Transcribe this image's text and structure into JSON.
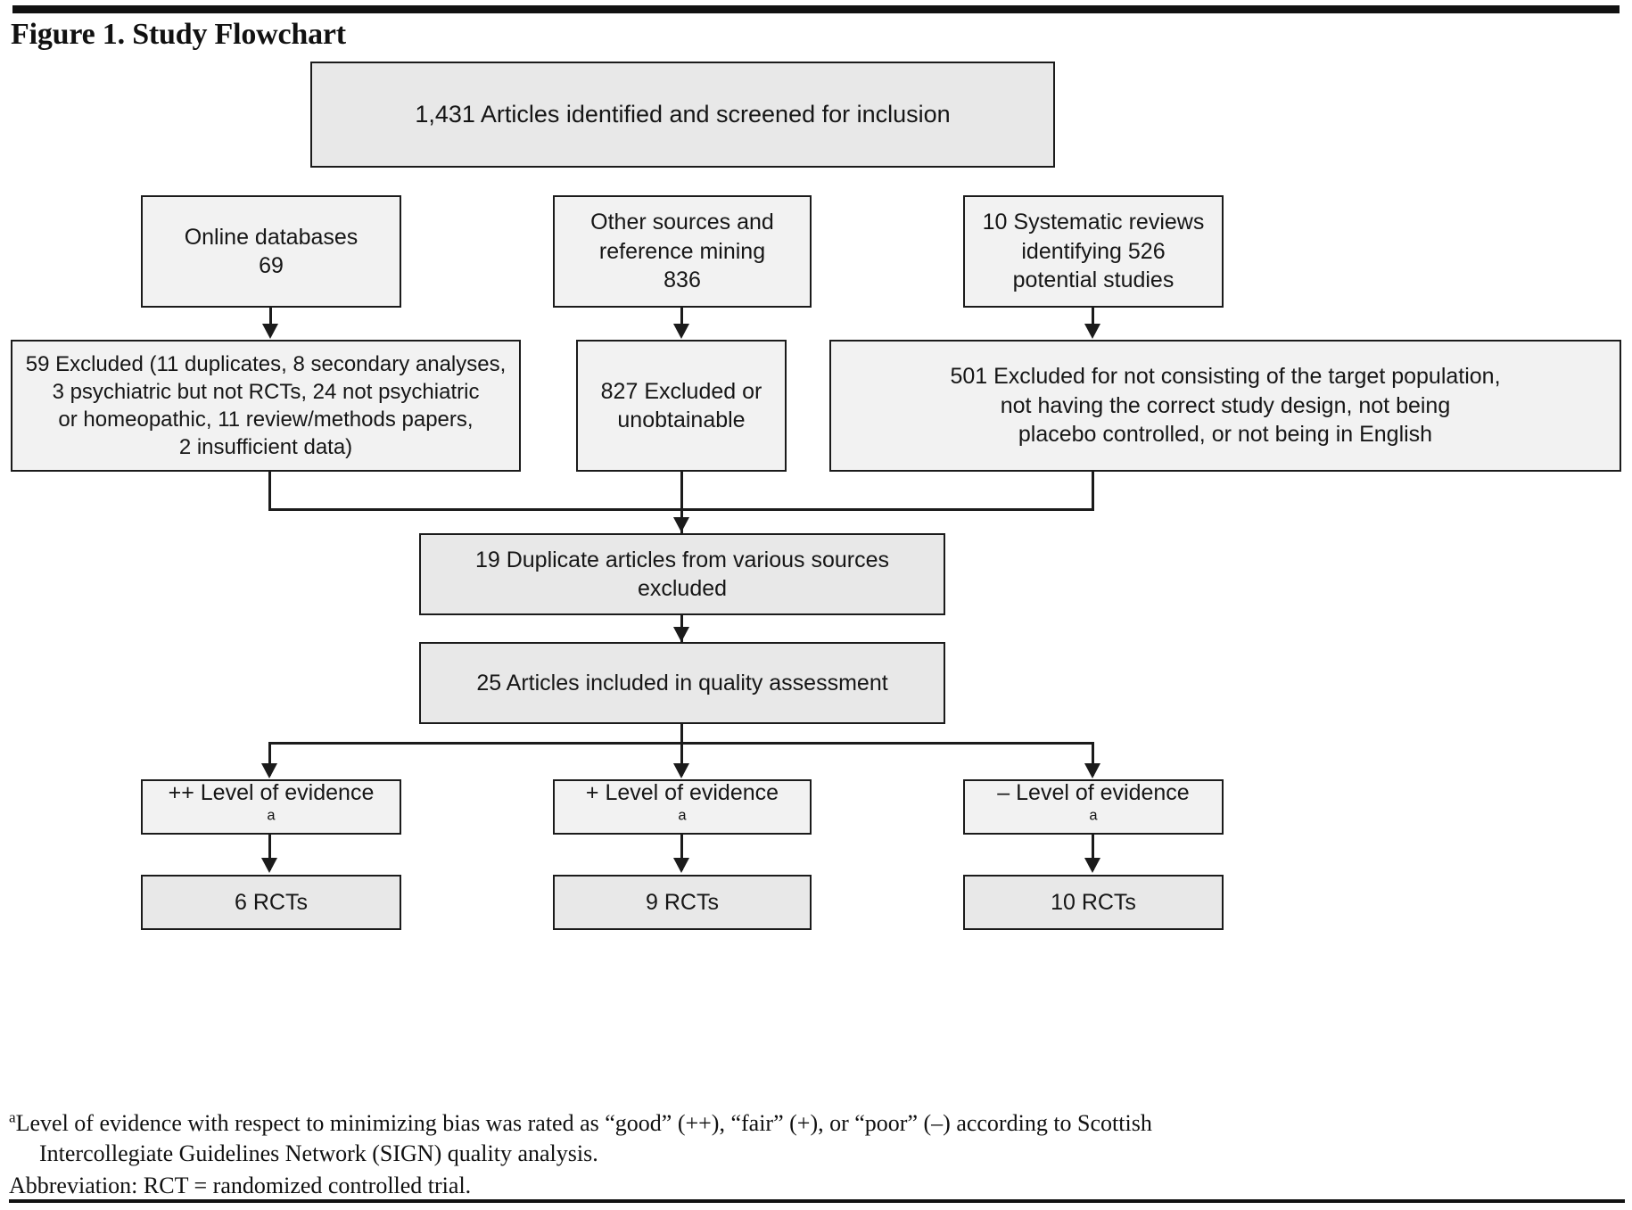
{
  "figure": {
    "title": "Figure 1. Study Flowchart"
  },
  "nodes": {
    "screened": "1,431 Articles identified and screened for inclusion",
    "source_online": "Online databases\n69",
    "source_online_line1": "Online databases",
    "source_online_line2": "69",
    "source_other_line1": "Other sources and",
    "source_other_line2": "reference mining",
    "source_other_line3": "836",
    "source_reviews_line1": "10 Systematic reviews",
    "source_reviews_line2": "identifying 526",
    "source_reviews_line3": "potential studies",
    "excl_online_line1": "59 Excluded (11 duplicates, 8 secondary analyses,",
    "excl_online_line2": "3 psychiatric but not RCTs, 24 not psychiatric",
    "excl_online_line3": "or homeopathic, 11 review/methods papers,",
    "excl_online_line4": "2 insufficient data)",
    "excl_other_line1": "827 Excluded or",
    "excl_other_line2": "unobtainable",
    "excl_reviews_line1": "501 Excluded for not consisting of the target population,",
    "excl_reviews_line2": "not having the  correct study design, not being",
    "excl_reviews_line3": "placebo controlled, or not being in English",
    "duplicates_excluded": "19 Duplicate articles from various sources excluded",
    "quality_assessment": "25 Articles included in quality assessment",
    "evidence_good_prefix": "++ Level of evidence",
    "evidence_fair_prefix": "+ Level of evidence",
    "evidence_poor_prefix": "– Level of evidence",
    "evidence_marker": "a",
    "rcts_good": "6 RCTs",
    "rcts_fair": "9 RCTs",
    "rcts_poor": "10 RCTs"
  },
  "footnotes": {
    "marker": "a",
    "note_a_line1": "Level of evidence with respect to minimizing bias was rated as “good” (++), “fair” (+), or “poor” (–) according to Scottish",
    "note_a_line2": "Intercollegiate Guidelines Network (SIGN) quality analysis.",
    "note_b": "Abbreviation: RCT = randomized controlled trial."
  },
  "colors": {
    "box_fill": "#f2f2f2",
    "box_fill_shaded": "#e8e8e8",
    "box_border": "#1b1b1b",
    "text": "#141414",
    "rule": "#111111"
  }
}
